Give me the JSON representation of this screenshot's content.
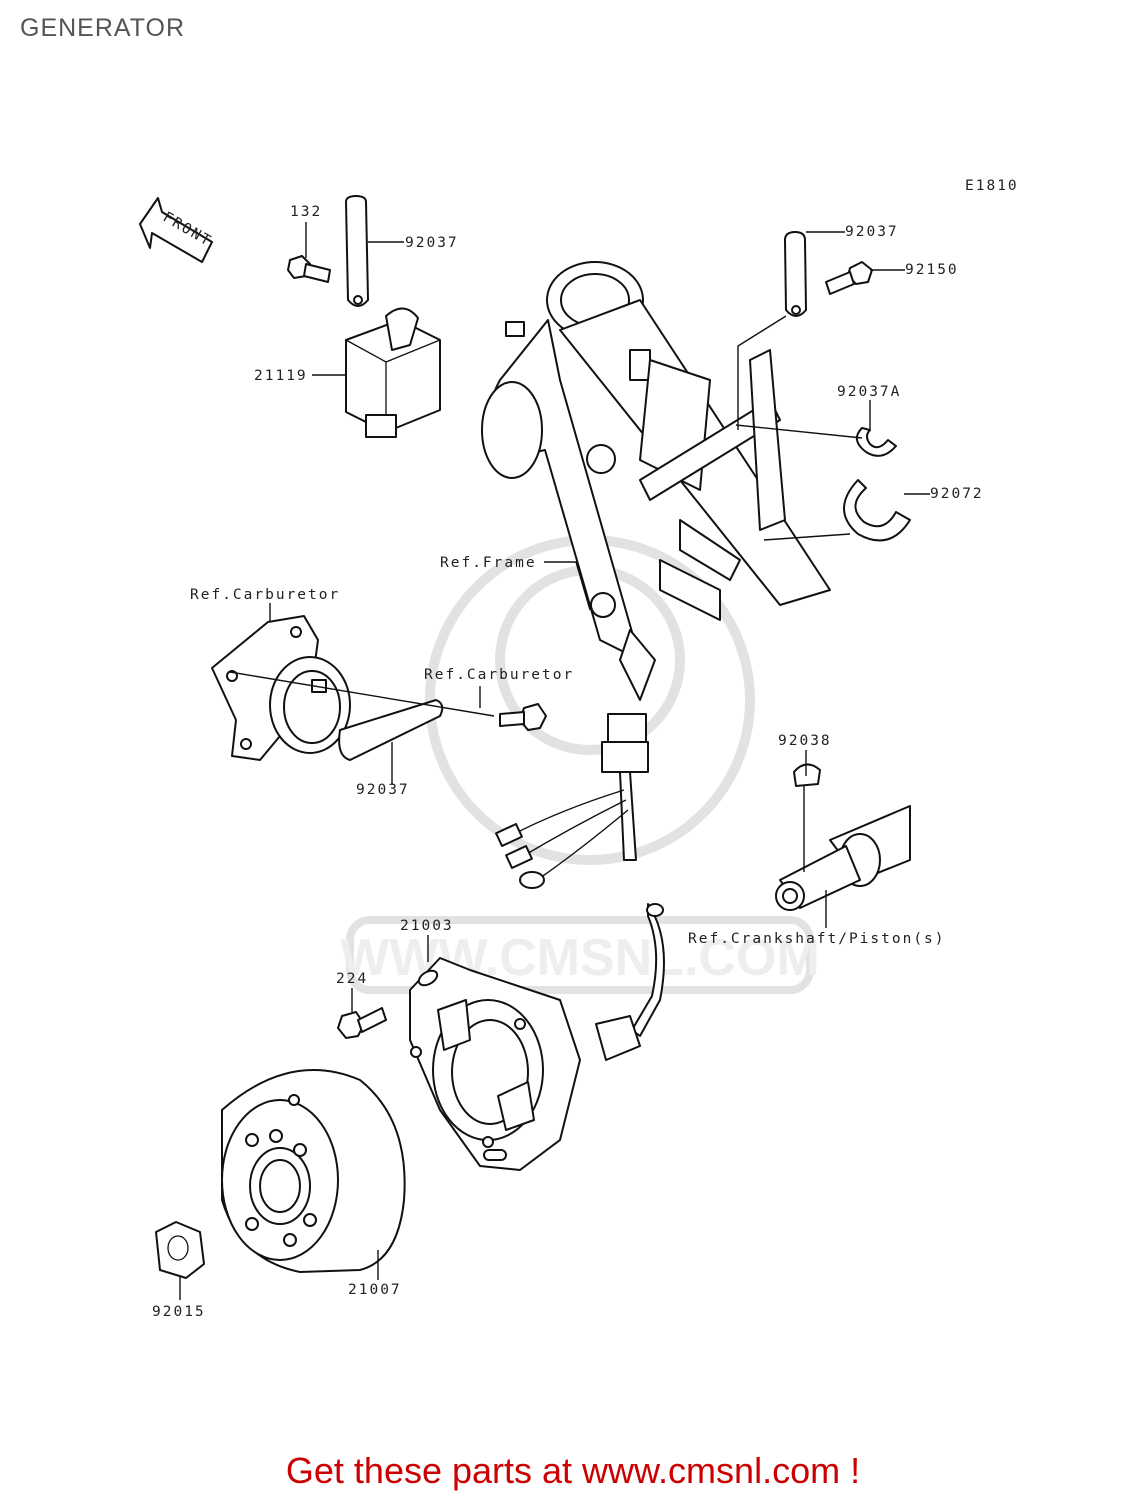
{
  "title": "GENERATOR",
  "diagram_code": "E1810",
  "front_label": "FRONT",
  "watermark": "WWW.CMSNL.COM",
  "footer": {
    "text": "Get these parts at www.cmsnl.com !",
    "color": "#cc0000"
  },
  "labels": {
    "l132": "132",
    "l92037_a": "92037",
    "l21119": "21119",
    "l92037_b": "92037",
    "l92150": "92150",
    "l92037A": "92037A",
    "l92072": "92072",
    "ref_frame": "Ref.Frame",
    "ref_carb_a": "Ref.Carburetor",
    "ref_carb_b": "Ref.Carburetor",
    "l92037_c": "92037",
    "l92038": "92038",
    "ref_crank": "Ref.Crankshaft/Piston(s)",
    "l21003": "21003",
    "l224": "224",
    "l21007": "21007",
    "l92015": "92015"
  }
}
